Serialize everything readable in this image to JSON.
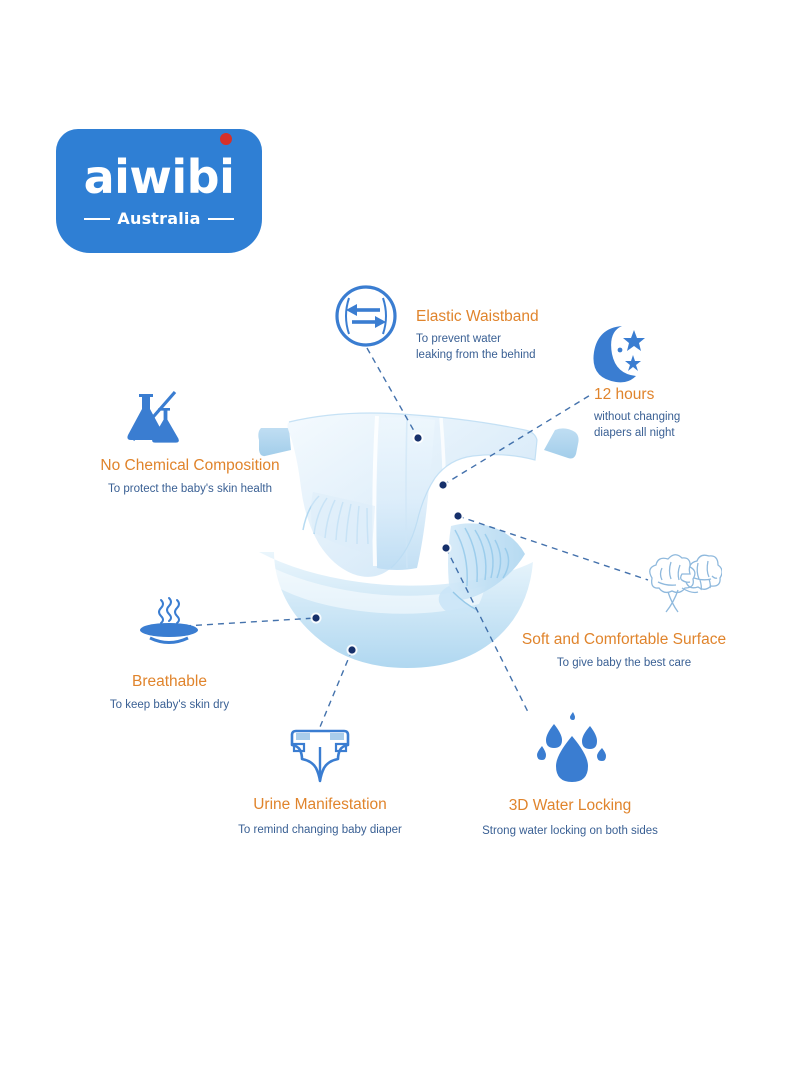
{
  "brand": {
    "wordmark": "aiwibi",
    "sub": "Australia",
    "badge_color": "#2f7fd4",
    "accent_dot_color": "#d6302a"
  },
  "palette": {
    "title_orange": "#e0842c",
    "desc_blue": "#3a6094",
    "icon_blue": "#3a7dd1",
    "connector_blue": "#2f5fa8",
    "dot_navy": "#16306b"
  },
  "product": {
    "name": "baby-diaper",
    "alt": "Semi-transparent blue baby diaper product render"
  },
  "features": [
    {
      "id": "elastic-waistband",
      "icon": "two-way-arrows-circle-icon",
      "title": "Elastic Waistband",
      "desc": "To prevent water\nleaking from the behind"
    },
    {
      "id": "12-hours",
      "icon": "crescent-moon-stars-icon",
      "title": "12 hours",
      "desc": "without changing\ndiapers all night"
    },
    {
      "id": "no-chemical-composition",
      "icon": "no-chemical-flasks-icon",
      "title": "No Chemical Composition",
      "desc": "To protect the baby's skin health"
    },
    {
      "id": "soft-comfortable-surface",
      "icon": "cotton-boll-icon",
      "title": "Soft and Comfortable Surface",
      "desc": "To give baby the best care"
    },
    {
      "id": "breathable",
      "icon": "breathable-vapor-icon",
      "title": "Breathable",
      "desc": "To keep baby's skin dry"
    },
    {
      "id": "urine-manifestation",
      "icon": "diaper-icon",
      "title": "Urine Manifestation",
      "desc": "To remind changing baby diaper"
    },
    {
      "id": "3d-water-locking",
      "icon": "water-droplets-icon",
      "title": "3D Water Locking",
      "desc": "Strong water locking on both sides"
    }
  ]
}
